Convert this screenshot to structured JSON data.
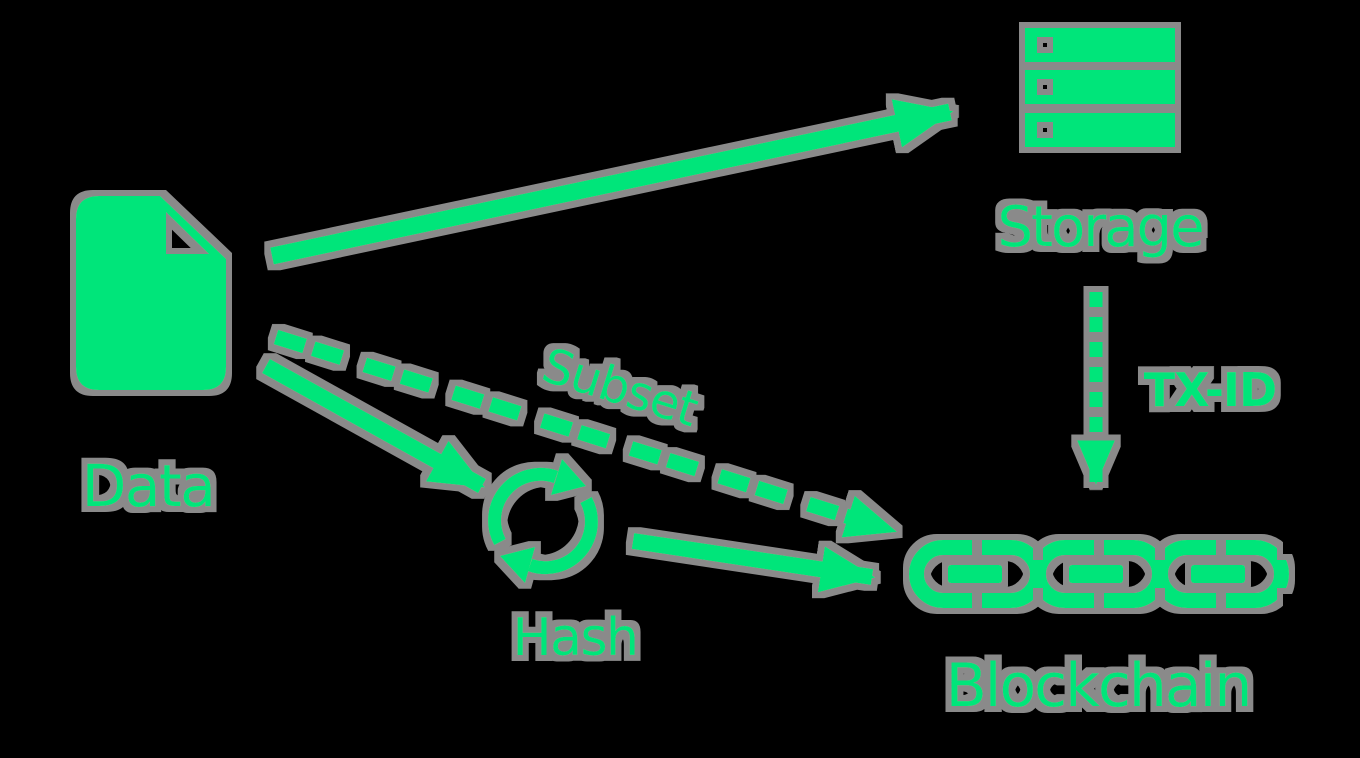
{
  "diagram": {
    "background": "#000000",
    "colors": {
      "accent": "#00E57A",
      "outline": "#8A8A8A"
    },
    "nodes": [
      {
        "id": "data",
        "label": "Data",
        "icon": "document-icon"
      },
      {
        "id": "storage",
        "label": "Storage",
        "icon": "server-stack-icon"
      },
      {
        "id": "hash",
        "label": "Hash",
        "icon": "refresh-cycle-icon"
      },
      {
        "id": "blockchain",
        "label": "Blockchain",
        "icon": "chain-links-icon"
      }
    ],
    "edges": [
      {
        "from": "data",
        "to": "storage",
        "style": "solid",
        "label": ""
      },
      {
        "from": "data",
        "to": "hash",
        "style": "solid",
        "label": ""
      },
      {
        "from": "data",
        "to": "blockchain",
        "style": "dashed",
        "label": "Subset"
      },
      {
        "from": "hash",
        "to": "blockchain",
        "style": "solid",
        "label": ""
      },
      {
        "from": "storage",
        "to": "blockchain",
        "style": "dashed",
        "label": "TX-ID"
      }
    ]
  }
}
